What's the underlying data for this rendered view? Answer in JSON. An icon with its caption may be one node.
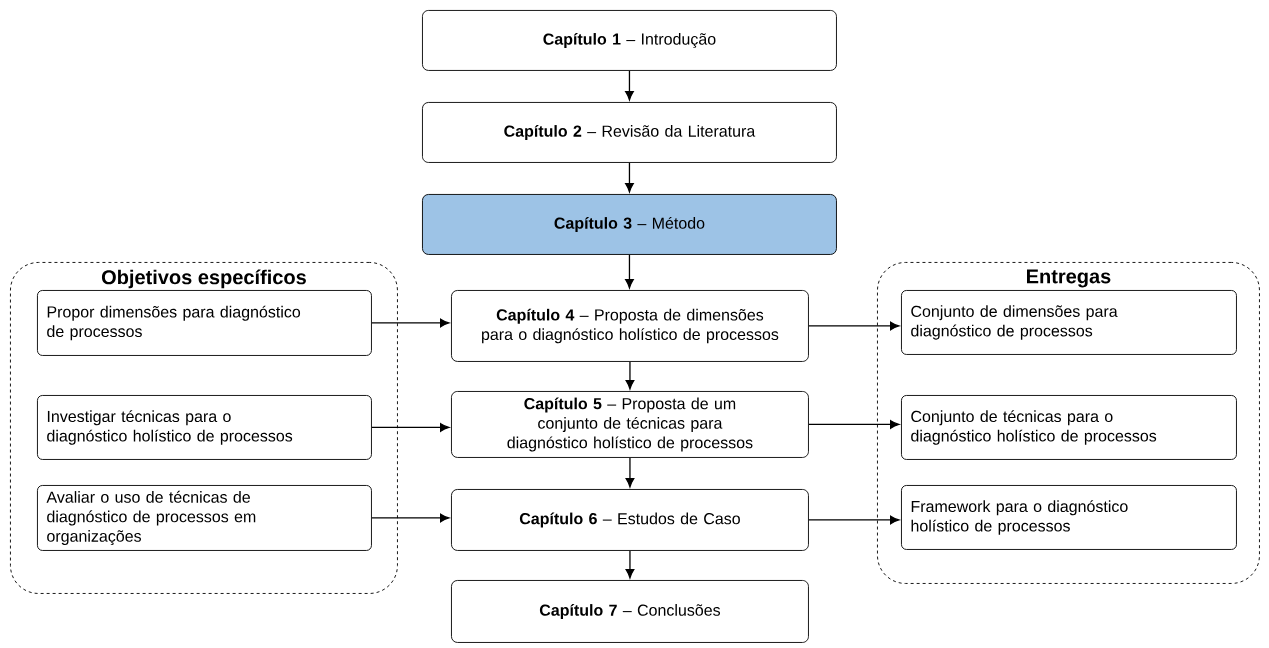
{
  "diagram": {
    "nodes": [
      {
        "text": [
          "**Capítulo 1** – Introdução"
        ]
      },
      {
        "text": [
          "**Capítulo 2** – Revisão da Literatura"
        ]
      },
      {
        "text": [
          "**Capítulo 3** – Método"
        ]
      },
      {
        "text": [
          "Objetivos específicos"
        ]
      },
      {
        "text": [
          "Propor dimensões para diagnóstico de processos"
        ],
        "in": 3
      },
      {
        "text": [
          "Investigar técnicas para o diagnóstico holístico de processos"
        ],
        "in": 3
      },
      {
        "text": [
          "Avaliar o uso de técnicas de diagnóstico de processos em organizações"
        ],
        "in": 3
      },
      {
        "text": [
          "**Capítulo 4** – Proposta de dimensões para o diagnóstico holístico de processos"
        ]
      },
      {
        "text": [
          "**Capítulo 5** – Proposta de um conjunto de técnicas para diagnóstico holístico de processos"
        ]
      },
      {
        "text": [
          "**Capítulo 6** – Estudos de Caso"
        ]
      },
      {
        "text": [
          "**Capítulo 7** – Conclusões"
        ]
      },
      {
        "text": [
          "Entregas"
        ]
      },
      {
        "text": [
          "Conjunto de dimensões para diagnóstico de processos"
        ],
        "in": 11
      },
      {
        "text": [
          "Conjunto de técnicas para o diagnóstico holístico de processos"
        ],
        "in": 11
      },
      {
        "text": [
          "Framework para o diagnóstico holístico de processos"
        ],
        "in": 11
      }
    ],
    "edges": [
      {
        "from": 0,
        "to": 1,
        "arrow": "to"
      },
      {
        "from": 1,
        "to": 2,
        "arrow": "to"
      },
      {
        "from": 2,
        "to": 7,
        "arrow": "to"
      },
      {
        "from": 7,
        "to": 8,
        "arrow": "to"
      },
      {
        "from": 8,
        "to": 9,
        "arrow": "to"
      },
      {
        "from": 9,
        "to": 10,
        "arrow": "to"
      },
      {
        "from": 4,
        "to": 7,
        "arrow": "to"
      },
      {
        "from": 5,
        "to": 8,
        "arrow": "to"
      },
      {
        "from": 6,
        "to": 9,
        "arrow": "to"
      },
      {
        "from": 7,
        "to": 12,
        "arrow": "to"
      },
      {
        "from": 8,
        "to": 13,
        "arrow": "to"
      },
      {
        "from": 9,
        "to": 14,
        "arrow": "to"
      }
    ]
  }
}
